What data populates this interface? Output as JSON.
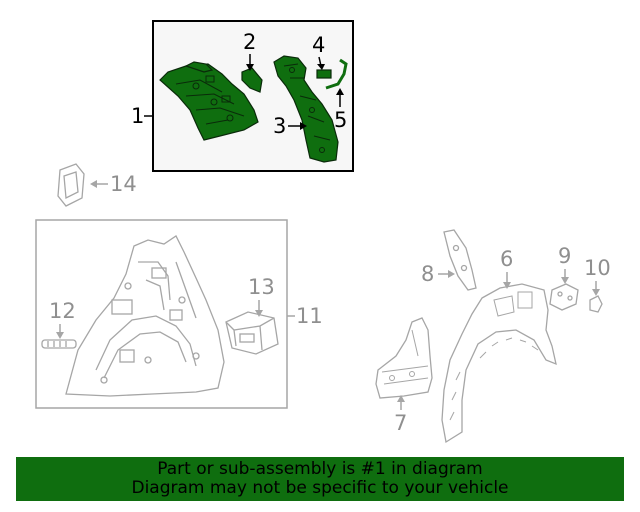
{
  "colors": {
    "highlight_fill": "#0f6e0f",
    "banner_background": "#0f6e0f",
    "active_line": "#000000",
    "inactive_line": "#a6a6a6",
    "inactive_text": "#8f8f8f",
    "box_background": "#f7f7f7"
  },
  "callouts": {
    "c1": "1",
    "c2": "2",
    "c3": "3",
    "c4": "4",
    "c5": "5",
    "c6": "6",
    "c7": "7",
    "c8": "8",
    "c9": "9",
    "c10": "10",
    "c11": "11",
    "c12": "12",
    "c13": "13",
    "c14": "14"
  },
  "banner": {
    "line1": "Part or sub-assembly is #1 in diagram",
    "line2": "Diagram may not be specific to your vehicle"
  }
}
